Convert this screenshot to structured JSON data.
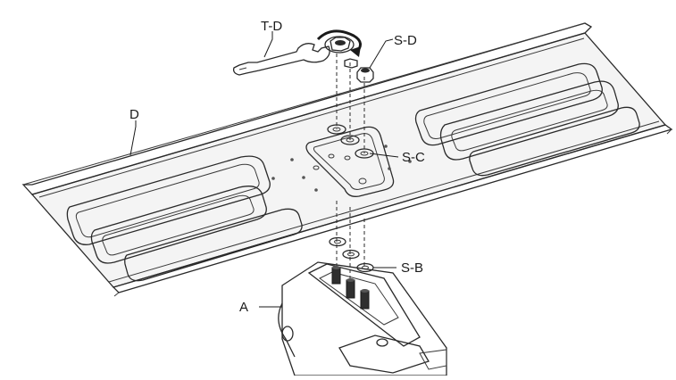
{
  "labels": {
    "tool_d": "T-D",
    "screw_d": "S-D",
    "plate_d": "D",
    "screw_c": "S-C",
    "screw_b": "S-B",
    "bracket_a": "A"
  }
}
